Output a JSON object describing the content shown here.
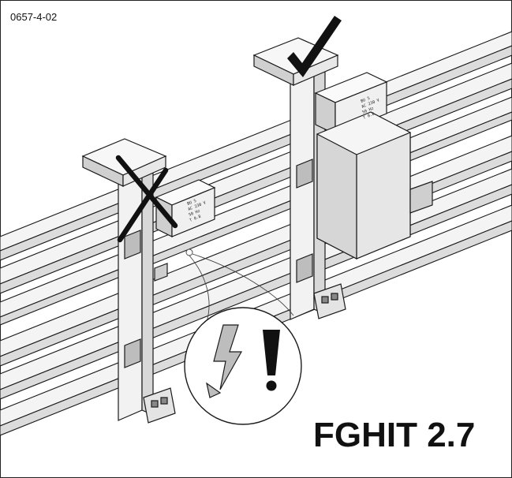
{
  "figure": {
    "code": "0657-4-02",
    "figure_number": "FGHIT 2.7"
  },
  "labels": {
    "left_device": [
      "BU 5",
      "AC 230 V",
      "50 Hz",
      "T 0.8"
    ],
    "right_device": [
      "BU 5",
      "AC 230 V",
      "50 Hz",
      "T 0.8"
    ]
  },
  "colors": {
    "line": "#1a1a1a",
    "fill_light": "#f0f0f0",
    "fill_mid": "#d9d9d9",
    "fill_dark": "#9a9a9a",
    "symbol": "#111111"
  },
  "icons": {
    "check": "check-mark-icon",
    "cross": "cross-mark-icon",
    "warning": "lightning-exclamation-icon"
  }
}
